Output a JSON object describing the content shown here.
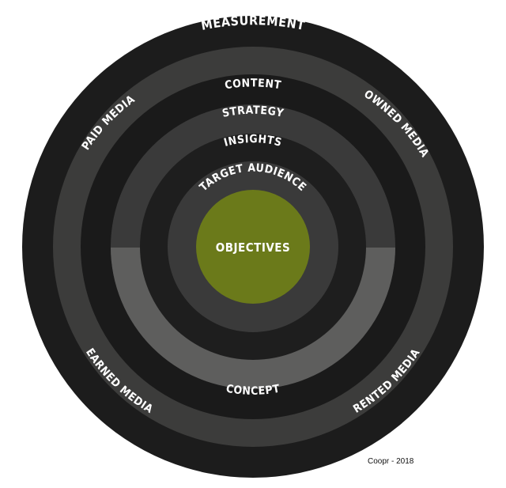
{
  "diagram": {
    "rings": {
      "outer": "MEASUREMENT",
      "content": "CONTENT",
      "strategy": "STRATEGY",
      "insights": "INSIGHTS",
      "target_audience": "TARGET AUDIENCE",
      "concept": "CONCEPT"
    },
    "quadrants": {
      "paid_media": "PAID MEDIA",
      "owned_media": "OWNED MEDIA",
      "earned_media": "EARNED MEDIA",
      "rented_media": "RENTED MEDIA"
    },
    "center": "OBJECTIVES",
    "credit": "Coopr - 2018"
  },
  "colors": {
    "outer_ring": "#1c1c1c",
    "media_ring": "#3c3c3b",
    "content_ring": "#1a1a1a",
    "strategy_ring": "#3a3a3a",
    "insights_ring": "#1e1e1e",
    "audience_ring": "#3a3a3a",
    "concept_band": "#5e5e5d",
    "center": "#6b7a1a"
  }
}
